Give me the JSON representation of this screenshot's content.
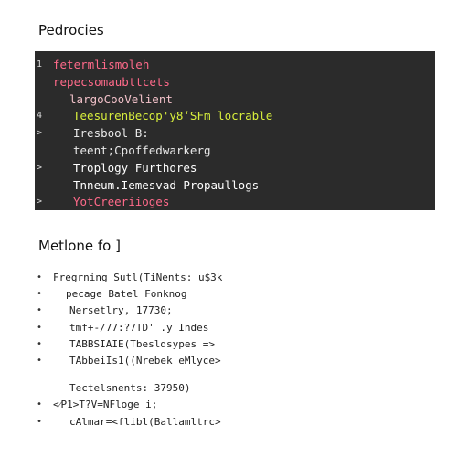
{
  "section1": {
    "title": "Pedrocies"
  },
  "code_lines": [
    {
      "marker": "1",
      "text": "fetermlismoleh",
      "color": "#ff6a8a",
      "indent": 58
    },
    {
      "marker": "",
      "text": "repecsomaubttcets",
      "color": "#ff6a8a",
      "indent": 58
    },
    {
      "marker": "",
      "text": "largoCooVelient",
      "color": "#f0c0c8",
      "indent": 76
    },
    {
      "marker": "4",
      "text": "TeesurenBecop'y8ʻSFm locrable",
      "color": "#d8ef3c",
      "indent": 80
    },
    {
      "marker": ">",
      "text": "Iresbool B:",
      "color": "#e8e8e8",
      "indent": 80
    },
    {
      "marker": "",
      "text": "teent;Cpoffedwarkerg",
      "color": "#e8e8e8",
      "indent": 80
    },
    {
      "marker": ">",
      "text": "Troplogy Furthores",
      "color": "#ffffff",
      "indent": 80
    },
    {
      "marker": "",
      "text": "Tnneum.Iemesvad Propaullogs",
      "color": "#ffffff",
      "indent": 80
    },
    {
      "marker": ">",
      "text": "YotCreeriioges",
      "color": "#ff6a8a",
      "indent": 80
    }
  ],
  "section2": {
    "title": "Metlone fo ]"
  },
  "list_lines": [
    {
      "bullet": "•",
      "text": "Fregrning Sutl(TiNents: u$3k",
      "indent": 58,
      "gap": 0
    },
    {
      "bullet": "•",
      "text": "pecage Batel Fonknog",
      "indent": 72,
      "gap": 0
    },
    {
      "bullet": "•",
      "text": "Nersetlry, 17730;",
      "indent": 76,
      "gap": 0
    },
    {
      "bullet": "•",
      "text": "tmf+-/77:?7TD' .y Indes",
      "indent": 76,
      "gap": 0
    },
    {
      "bullet": "•",
      "text": "TABBSIAIE(Tbesldsypes =>",
      "indent": 76,
      "gap": 0
    },
    {
      "bullet": "•",
      "text": "TAbbeiIs1((Nrebek eMlyce>",
      "indent": 76,
      "gap": 0
    },
    {
      "bullet": "",
      "text": "Tectelsnents: 37950)",
      "indent": 76,
      "gap": 12
    },
    {
      "bullet": "•",
      "text": "<⁄P1>T?V=NFloge i;",
      "indent": 58,
      "gap": 0
    },
    {
      "bullet": "•",
      "text": "cAlmar=<flibl(Ballamltrc>",
      "indent": 76,
      "gap": 0
    }
  ]
}
